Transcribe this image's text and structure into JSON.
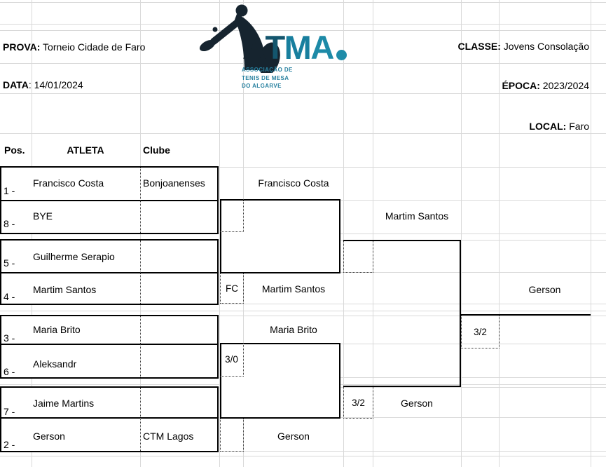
{
  "header": {
    "prova_label": "PROVA:",
    "prova_value": " Torneio Cidade de Faro",
    "data_label": "DATA",
    "data_value": ": 14/01/2024",
    "classe_label": "CLASSE:",
    "classe_value": " Jovens Consolação",
    "epoca_label": "ÉPOCA:",
    "epoca_value": " 2023/2024",
    "local_label": "LOCAL:",
    "local_value": " Faro"
  },
  "logo": {
    "text": "ATMA.",
    "letter_colors": [
      "#16242f",
      "#14566e",
      "#187f9e",
      "#1d8aa7",
      "#1e8ca9"
    ],
    "silhouette_color": "#16242f",
    "subtitle_color": "#27809f",
    "subtitle_lines": [
      "ASSOCIAÇÃO DE",
      "TENIS DE MESA",
      "DO ALGARVE"
    ]
  },
  "columns": {
    "pos": "Pos.",
    "atleta": "ATLETA",
    "clube": "Clube"
  },
  "round1": [
    {
      "pos": "1 -",
      "name": "Francisco Costa",
      "club": "Bonjoanenses"
    },
    {
      "pos": "8 -",
      "name": "BYE",
      "club": ""
    },
    {
      "pos": "5 -",
      "name": "Guilherme Serapio",
      "club": ""
    },
    {
      "pos": "4 -",
      "name": "Martim Santos",
      "club": ""
    },
    {
      "pos": "3 -",
      "name": "Maria Brito",
      "club": ""
    },
    {
      "pos": "6 -",
      "name": "Aleksandr",
      "club": ""
    },
    {
      "pos": "7 -",
      "name": "Jaime Martins",
      "club": ""
    },
    {
      "pos": "2 -",
      "name": "Gerson",
      "club": "CTM Lagos"
    }
  ],
  "round2": {
    "names": [
      "Francisco Costa",
      "Martim Santos",
      "Maria Brito",
      "Gerson"
    ],
    "scores": [
      "",
      "FC",
      "3/0",
      ""
    ]
  },
  "semifinal": {
    "names": [
      "Martim Santos",
      "Gerson"
    ],
    "scores": [
      "",
      "3/2"
    ]
  },
  "final": {
    "name": "Gerson",
    "score": "3/2"
  }
}
